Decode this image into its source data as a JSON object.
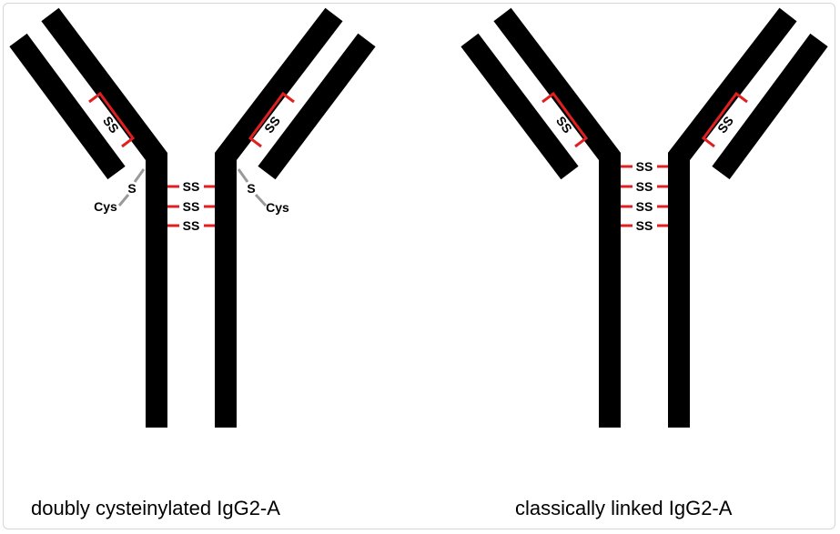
{
  "labels": {
    "disulfide": "SS",
    "sulfur": "S",
    "cysteine": "Cys"
  },
  "captions": {
    "left": "doubly cysteinylated IgG2-A",
    "right": "classically linked IgG2-A"
  },
  "colors": {
    "chain": "#000000",
    "disulfide_bond": "#e02020",
    "cys_link": "#9a9a9a"
  }
}
